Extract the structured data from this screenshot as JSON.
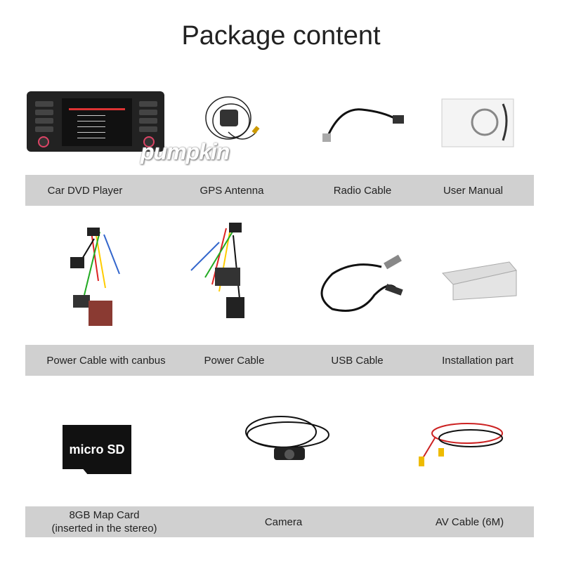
{
  "title": "Package content",
  "watermark": "pumpkin",
  "rows": [
    {
      "items": [
        "Car DVD Player",
        "GPS Antenna",
        "Radio Cable",
        "User Manual"
      ]
    },
    {
      "items": [
        "Power Cable with canbus",
        "Power Cable",
        "USB Cable",
        "Installation part"
      ]
    },
    {
      "items": [
        "8GB  Map Card\n(inserted in the stereo)",
        "Camera",
        "AV Cable (6M)"
      ]
    }
  ],
  "map_card_text": "micro SD",
  "colors": {
    "bar": "#d0d0d0",
    "text": "#222222"
  }
}
